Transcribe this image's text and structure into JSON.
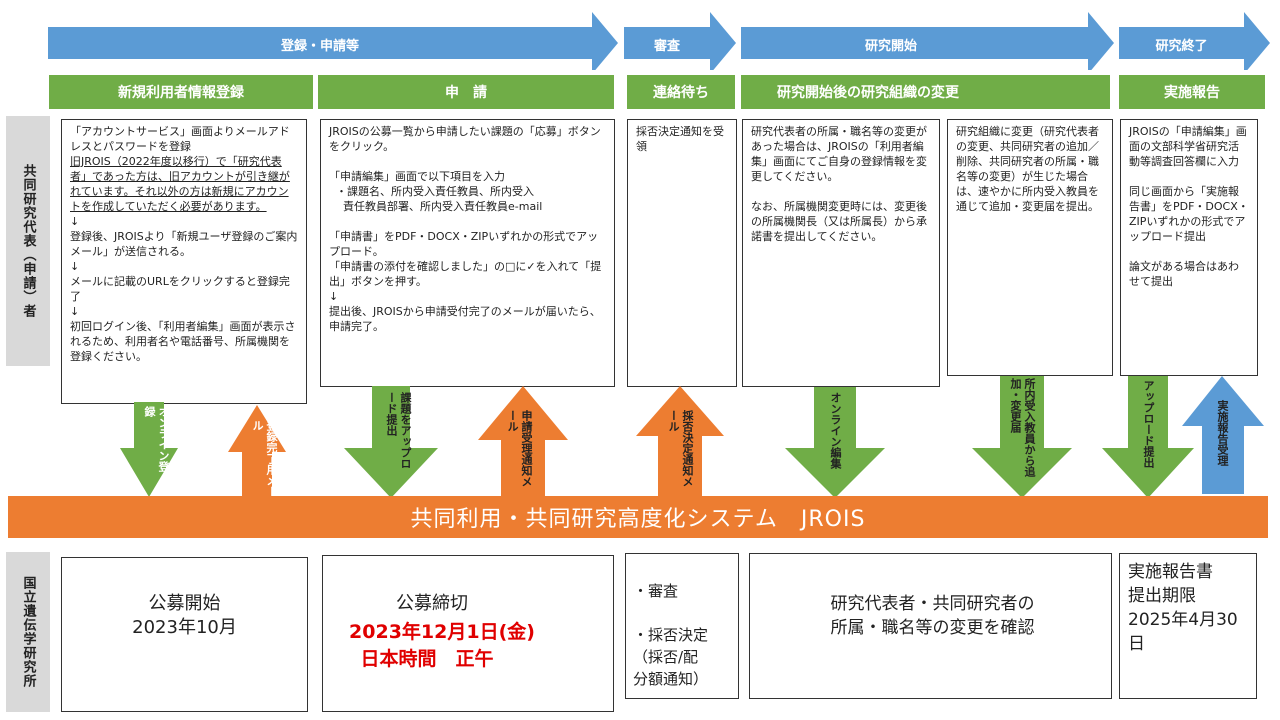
{
  "phases": [
    {
      "label": "登録・申請等",
      "color": "#5b9bd5"
    },
    {
      "label": "審査",
      "color": "#5b9bd5"
    },
    {
      "label": "研究開始",
      "color": "#5b9bd5"
    },
    {
      "label": "研究終了",
      "color": "#5b9bd5"
    }
  ],
  "steps": {
    "s1": "新規利用者情報登録",
    "s2": "申　請",
    "s3": "連絡待ち",
    "s4": "研究開始後の研究組織の変更",
    "s5": "実施報告"
  },
  "sidebar": {
    "top": "共同研究代表（申請）者",
    "bottom": "国立遺伝学研究所"
  },
  "boxes": {
    "b1_p1": "「アカウントサービス」画面よりメールアドレスとパスワードを登録",
    "b1_p2": "旧JROIS（2022年度以移行）で「研究代表者」であった方は、旧アカウントが引き継がれています。それ以外の方は新規にアカウントを作成していただく必要があります。",
    "b1_p3": "↓\n登録後、JROISより「新規ユーザ登録のご案内メール」が送信される。\n↓\nメールに記載のURLをクリックすると登録完了\n↓\n初回ログイン後、「利用者編集」画面が表示されるため、利用者名や電話番号、所属機関を登録ください。",
    "b2": "JROISの公募一覧から申請したい課題の「応募」ボタンをクリック。\n\n「申請編集」画面で以下項目を入力\n  ・課題名、所内受入責任教員、所内受入\n    責任教員部署、所内受入責任教員e-mail\n\n「申請書」をPDF・DOCX・ZIPいずれかの形式でアップロード。\n「申請書の添付を確認しました」の□に✓を入れて「提出」ボタンを押す。\n↓\n提出後、JROISから申請受付完了のメールが届いたら、申請完了。",
    "b3": "採否決定通知を受領",
    "b4": "研究代表者の所属・職名等の変更があった場合は、JROISの「利用者編集」画面にてご自身の登録情報を変更してください。\n\nなお、所属機関変更時には、変更後の所属機関長（又は所属長）から承諾書を提出してください。",
    "b5": "研究組織に変更（研究代表者の変更、共同研究者の追加／削除、共同研究者の所属・職名等の変更）が生じた場合は、速やかに所内受入教員を通じて追加・変更届を提出。",
    "b6": "JROISの「申請編集」画面の文部科学省研究活動等調査回答欄に入力\n\n同じ画面から「実施報告書」をPDF・DOCX・ZIPいずれかの形式でアップロード提出\n\n論文がある場合はあわせて提出"
  },
  "arrows": {
    "a1": "オンライン登録",
    "a2": "登録完了用メール",
    "a3": "課題をアップロード提出",
    "a4": "申請受理通知メール",
    "a5": "採否決定通知メール",
    "a6": "オンライン編集",
    "a7": "所内受入教員から追加・変更届",
    "a8": "アップロード提出",
    "a9": "実施報告受理"
  },
  "system": "共同利用・共同研究高度化システム　JROIS",
  "bottom": {
    "c1": "公募開始\n2023年10月",
    "c2_title": "公募締切",
    "c2_date": "2023年12月1日(金)",
    "c2_time": "日本時間　正午",
    "c3": "・審査\n\n・採否決定\n（採否/配\n分額通知）",
    "c4": "研究代表者・共同研究者の\n所属・職名等の変更を確認",
    "c5": "実施報告書\n提出期限\n2025年4月30\n日"
  },
  "colors": {
    "blue": "#5b9bd5",
    "green": "#70ad47",
    "orange": "#ed7d31",
    "red": "#e00000"
  }
}
